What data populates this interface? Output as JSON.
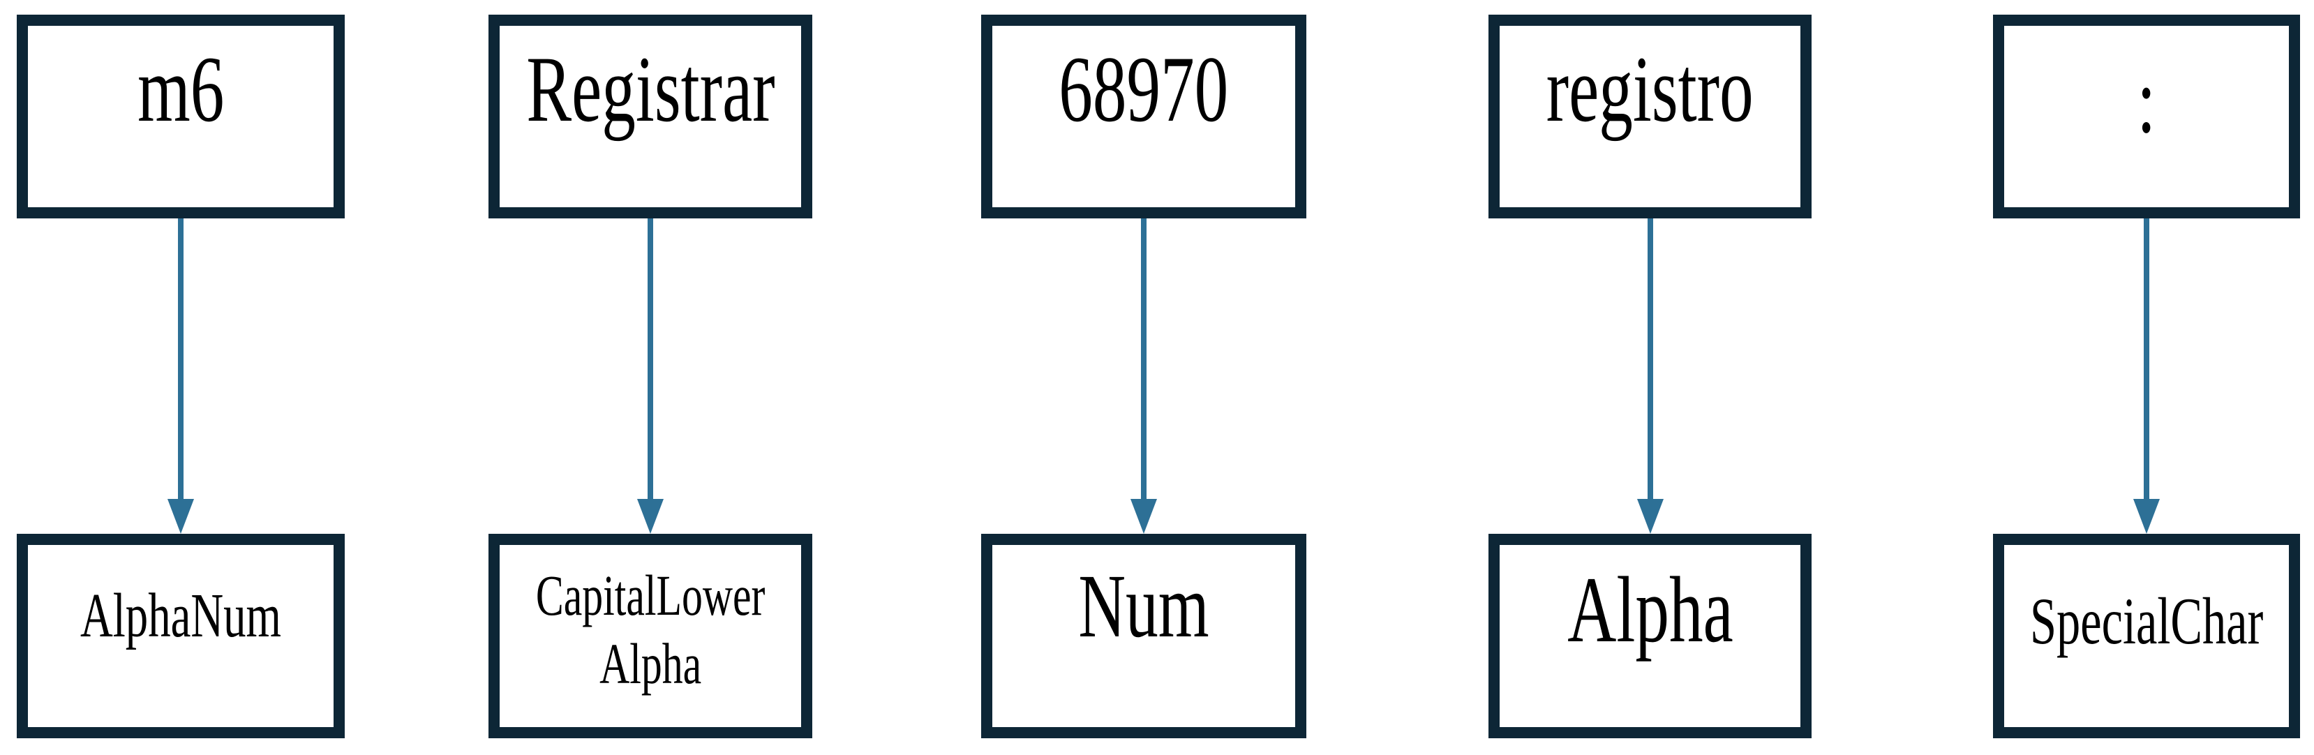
{
  "colors": {
    "background": "#ffffff",
    "box_border": "#0d2636",
    "arrow": "#2d7096",
    "text": "#000000"
  },
  "pairs": [
    {
      "token": "m6",
      "category": "AlphaNum"
    },
    {
      "token": "Registrar",
      "category": "CapitalLower Alpha"
    },
    {
      "token": "68970",
      "category": "Num"
    },
    {
      "token": "registro",
      "category": "Alpha"
    },
    {
      "token": ":",
      "category": "SpecialChar"
    }
  ]
}
